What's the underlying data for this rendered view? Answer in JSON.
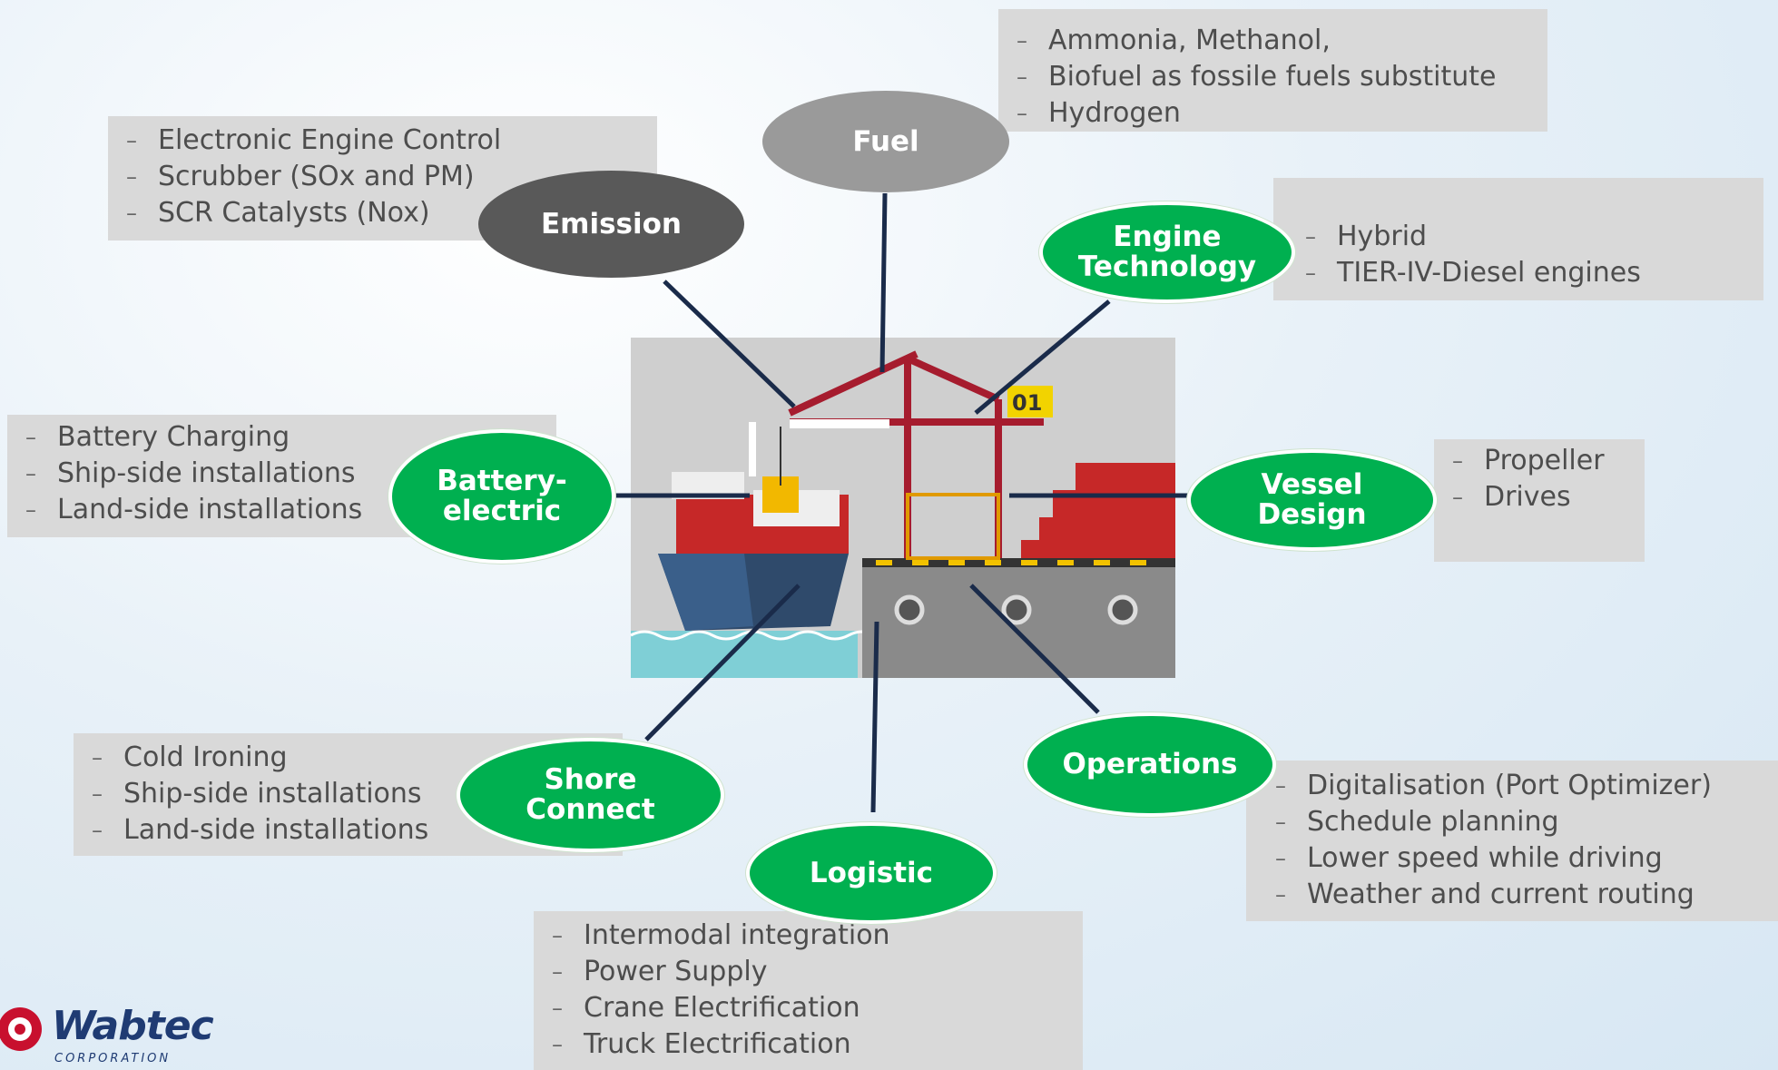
{
  "nodes": {
    "fuel": "Fuel",
    "emission": "Emission",
    "engine": "Engine\nTechnology",
    "battery": "Battery-\nelectric",
    "vessel": "Vessel\nDesign",
    "shore": "Shore\nConnect",
    "operations": "Operations",
    "logistic": "Logistic"
  },
  "lists": {
    "fuel": [
      "Ammonia, Methanol,",
      "Biofuel as fossile fuels substitute",
      "Hydrogen"
    ],
    "emission": [
      "Electronic Engine Control",
      "Scrubber (SOx and PM)",
      "SCR Catalysts (Nox)"
    ],
    "engine": [
      "Hybrid",
      "TIER-IV-Diesel engines"
    ],
    "battery": [
      "Battery Charging",
      "Ship-side installations",
      "Land-side installations"
    ],
    "vessel": [
      "Propeller",
      "Drives"
    ],
    "shore": [
      "Cold Ironing",
      "Ship-side installations",
      "Land-side installations"
    ],
    "operations": [
      "Digitalisation (Port Optimizer)",
      "Schedule planning",
      "Lower speed while driving",
      "Weather and current routing"
    ],
    "logistic": [
      "Intermodal integration",
      "Power Supply",
      "Crane Electrification",
      "Truck Electrification"
    ]
  },
  "illustration": {
    "crane_label": "01"
  },
  "logo": {
    "name": "Wabtec",
    "sub": "CORPORATION"
  },
  "colors": {
    "green": "#00b050",
    "grey_box": "#d9d9d9",
    "line": "#1a2b4a"
  }
}
